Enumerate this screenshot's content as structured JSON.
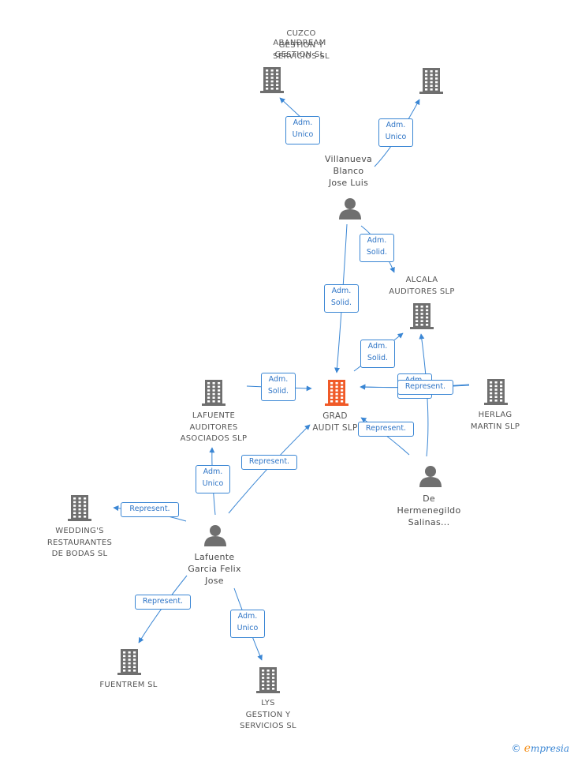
{
  "colors": {
    "company": "#6f6f6f",
    "focus": "#f05a28",
    "person": "#6f6f6f",
    "edge": "#3a86d4",
    "edge_text": "#2f75c6"
  },
  "nodes": [
    {
      "id": "abandream",
      "type": "company",
      "label": "ABANDREAM\nGESTION SL"
    },
    {
      "id": "cuzco",
      "type": "company",
      "label": "CUZCO\nGESTION Y\nSERVICIOS SL"
    },
    {
      "id": "villanueva",
      "type": "person",
      "label": "Villanueva\nBlanco\nJose Luis"
    },
    {
      "id": "alcala",
      "type": "company",
      "label": "ALCALA\nAUDITORES SLP"
    },
    {
      "id": "grad",
      "type": "focus",
      "label": "GRAD\nAUDIT SLP"
    },
    {
      "id": "lafuente_aud",
      "type": "company",
      "label": "LAFUENTE\nAUDITORES\nASOCIADOS SLP"
    },
    {
      "id": "herlag",
      "type": "company",
      "label": "HERLAG\nMARTIN SLP"
    },
    {
      "id": "hermenegildo",
      "type": "person",
      "label": "De\nHermenegildo\nSalinas..."
    },
    {
      "id": "weddings",
      "type": "company",
      "label": "WEDDING'S\nRESTAURANTES\nDE BODAS SL"
    },
    {
      "id": "lafuente_felix",
      "type": "person",
      "label": "Lafuente\nGarcia Felix\nJose"
    },
    {
      "id": "fuentrem",
      "type": "company",
      "label": "FUENTREM SL"
    },
    {
      "id": "lys",
      "type": "company",
      "label": "LYS\nGESTION Y\nSERVICIOS SL"
    }
  ],
  "edges": [
    {
      "from": "villanueva",
      "to": "abandream",
      "label": "Adm.\nUnico"
    },
    {
      "from": "villanueva",
      "to": "cuzco",
      "label": "Adm.\nUnico"
    },
    {
      "from": "villanueva",
      "to": "alcala",
      "label": "Adm.\nSolid."
    },
    {
      "from": "villanueva",
      "to": "grad",
      "label": "Adm.\nSolid."
    },
    {
      "from": "grad",
      "to": "alcala",
      "label": "Adm.\nSolid."
    },
    {
      "from": "lafuente_aud",
      "to": "grad",
      "label": "Adm.\nSolid."
    },
    {
      "from": "herlag",
      "to": "grad",
      "label": "Adm.\nSolid."
    },
    {
      "from": "herlag",
      "to": "grad",
      "label": "Represent."
    },
    {
      "from": "hermenegildo",
      "to": "grad",
      "label": "Represent."
    },
    {
      "from": "hermenegildo",
      "to": "alcala",
      "label": ""
    },
    {
      "from": "lafuente_felix",
      "to": "grad",
      "label": "Represent."
    },
    {
      "from": "lafuente_felix",
      "to": "lafuente_aud",
      "label": "Adm.\nUnico"
    },
    {
      "from": "lafuente_felix",
      "to": "weddings",
      "label": "Represent."
    },
    {
      "from": "lafuente_felix",
      "to": "fuentrem",
      "label": "Represent."
    },
    {
      "from": "lafuente_felix",
      "to": "lys",
      "label": "Adm.\nUnico"
    }
  ],
  "footer": {
    "copyright": "©",
    "brand_initial": "e",
    "brand_rest": "mpresia"
  }
}
